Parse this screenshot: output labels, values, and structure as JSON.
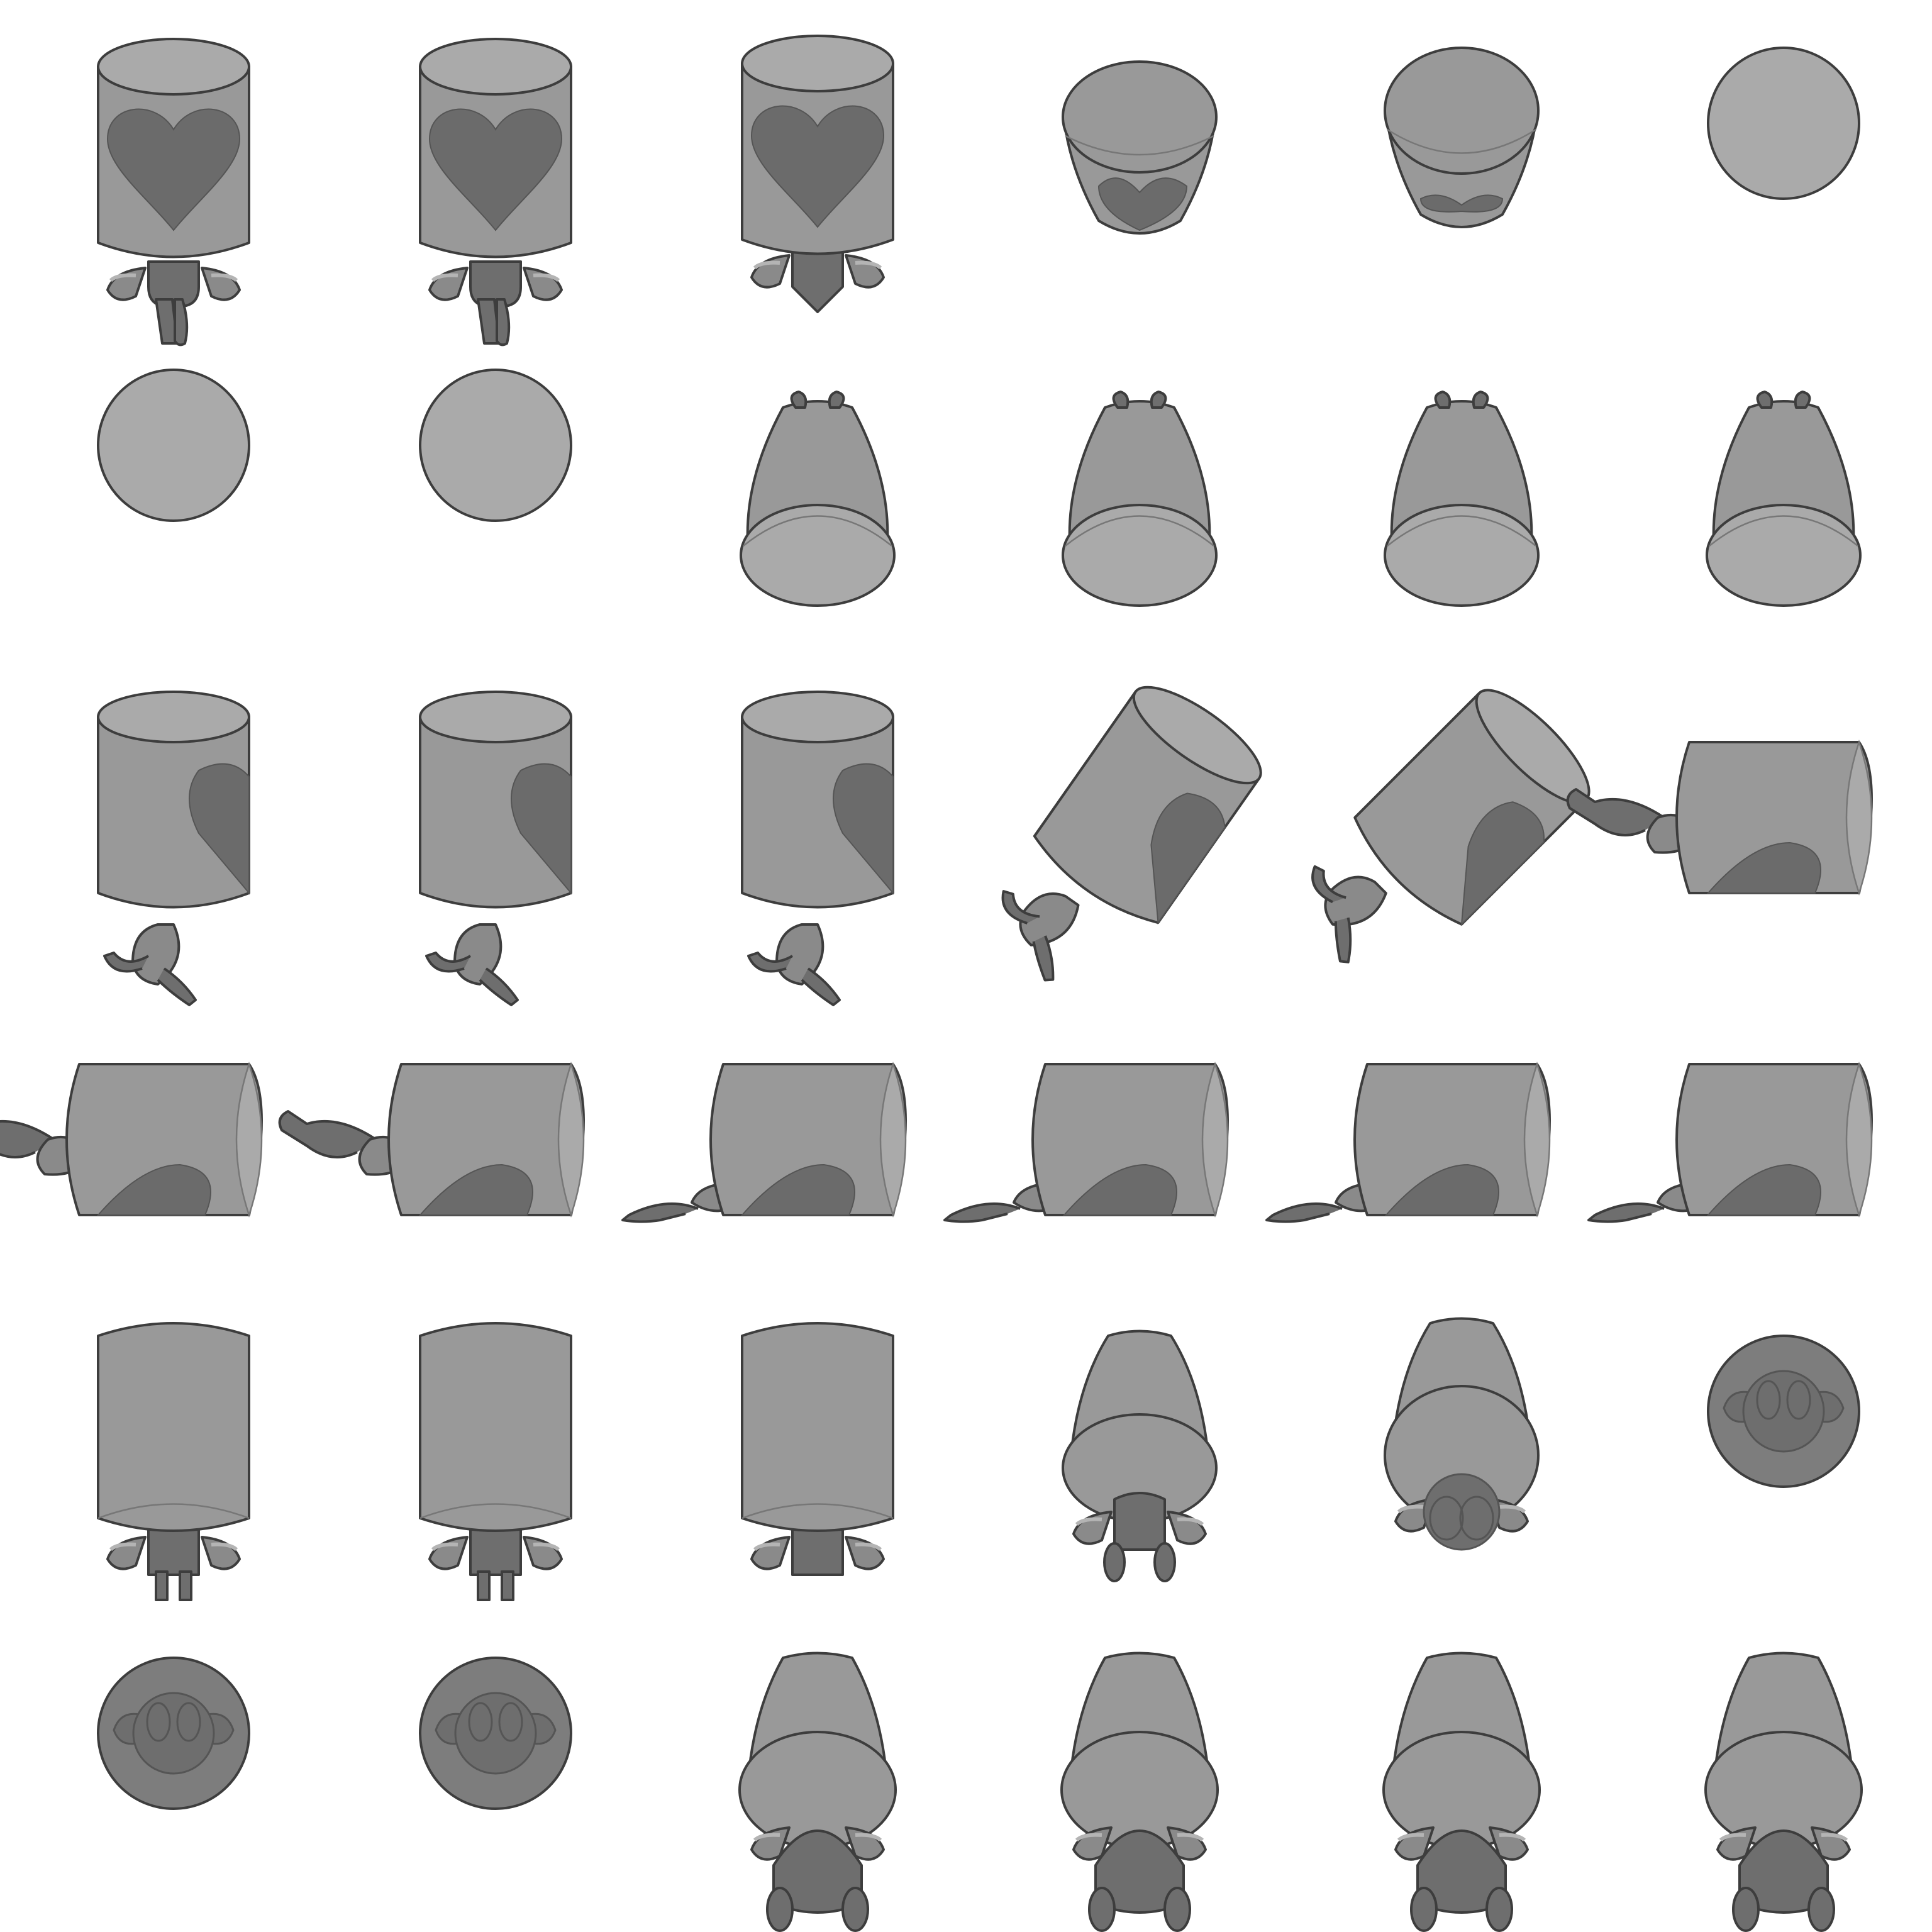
{
  "sheet": {
    "kind": "sprite-sheet",
    "character": "heart-can-creature",
    "palette": {
      "outline": "#3d3d3d",
      "body": "#999999",
      "top": "#aaaaaa",
      "heart": "#6b6b6b",
      "limb": "#6e6e6e",
      "shell": "#8a8a8a",
      "stripe": "#b4b4b4",
      "background": "#ffffff"
    }
  },
  "rows": [
    {
      "name": "row-front-hop",
      "frames": [
        {
          "pose": "front-stand",
          "rot": 0
        },
        {
          "pose": "front-stand",
          "rot": 0
        },
        {
          "pose": "front-crouch",
          "rot": 0
        },
        {
          "pose": "front-tilt",
          "rot": 0
        },
        {
          "pose": "front-tilt-far",
          "rot": 0
        },
        {
          "pose": "top-disc",
          "rot": 0
        }
      ]
    },
    {
      "name": "row-top-spin",
      "frames": [
        {
          "pose": "top-disc",
          "rot": 0
        },
        {
          "pose": "top-disc",
          "rot": 0
        },
        {
          "pose": "bottom-view",
          "rot": 0
        },
        {
          "pose": "bottom-view",
          "rot": 0
        },
        {
          "pose": "bottom-view",
          "rot": 0
        },
        {
          "pose": "bottom-view",
          "rot": 0
        }
      ]
    },
    {
      "name": "row-side-fall",
      "frames": [
        {
          "pose": "side-walk",
          "rot": 0
        },
        {
          "pose": "side-walk",
          "rot": 0
        },
        {
          "pose": "side-walk",
          "rot": 0
        },
        {
          "pose": "side-fall",
          "rot": 35
        },
        {
          "pose": "side-fall",
          "rot": 45
        },
        {
          "pose": "side-lying",
          "rot": 0
        }
      ]
    },
    {
      "name": "row-side-slide",
      "frames": [
        {
          "pose": "side-lying",
          "rot": 0
        },
        {
          "pose": "side-lying",
          "rot": 0
        },
        {
          "pose": "side-flat",
          "rot": 0
        },
        {
          "pose": "side-flat",
          "rot": 0
        },
        {
          "pose": "side-flat",
          "rot": 0
        },
        {
          "pose": "side-flat",
          "rot": 0
        }
      ]
    },
    {
      "name": "row-back-hop",
      "frames": [
        {
          "pose": "back-stand",
          "rot": 0
        },
        {
          "pose": "back-stand",
          "rot": 0
        },
        {
          "pose": "back-crouch",
          "rot": 0
        },
        {
          "pose": "back-tilt",
          "rot": 0
        },
        {
          "pose": "back-tilt-far",
          "rot": 0
        },
        {
          "pose": "under-disc",
          "rot": 0
        }
      ]
    },
    {
      "name": "row-under-view",
      "frames": [
        {
          "pose": "under-disc",
          "rot": 0
        },
        {
          "pose": "under-disc",
          "rot": 0
        },
        {
          "pose": "under-feet",
          "rot": 0
        },
        {
          "pose": "under-feet",
          "rot": 0
        },
        {
          "pose": "under-feet",
          "rot": 0
        },
        {
          "pose": "under-feet",
          "rot": 0
        }
      ]
    }
  ]
}
